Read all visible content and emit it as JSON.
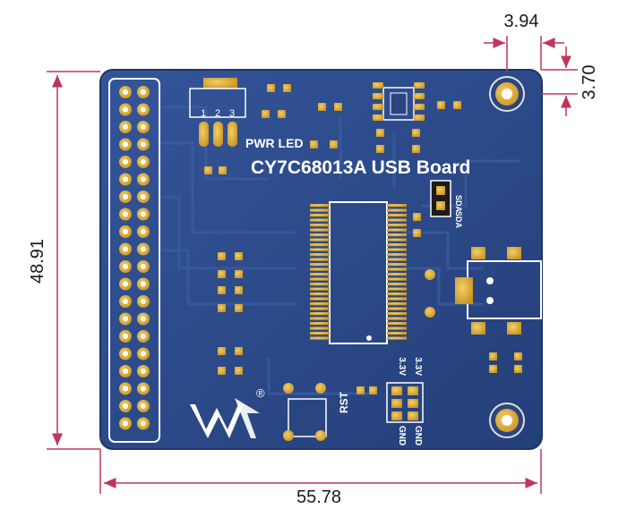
{
  "dimensions": {
    "width": "55.78",
    "height": "48.91",
    "hole_offset_x": "3.94",
    "hole_offset_y": "3.70"
  },
  "board": {
    "title": "CY7C68013A USB Board",
    "pwr_led": "PWR LED",
    "regulator_pins": [
      "1",
      "2",
      "3"
    ],
    "rst": "RST",
    "sda_top": "SDA",
    "sda_bottom": "SDA",
    "v33_a": "3.3V",
    "v33_b": "3.3V",
    "gnd_a": "GND",
    "gnd_b": "GND",
    "registered": "®"
  },
  "colors": {
    "board": "#2d4a86",
    "silkscreen": "#ffffff",
    "gold": "#d9a932",
    "dimension": "#c0365a"
  }
}
